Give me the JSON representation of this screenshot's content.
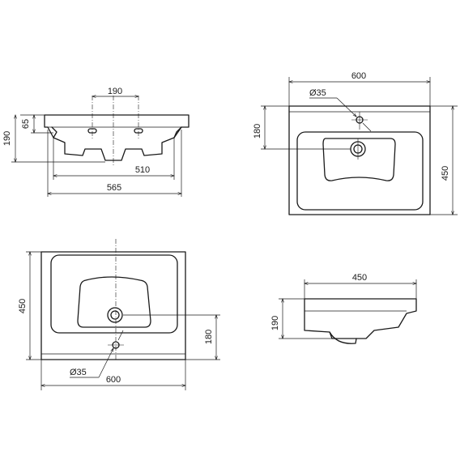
{
  "front_view": {
    "dim_hole_spacing": "190",
    "dim_rim_height": "65",
    "dim_total_height": "190",
    "dim_inner_width": "510",
    "dim_outer_width": "565"
  },
  "top_view_a": {
    "dim_width": "600",
    "dim_depth": "450",
    "dim_hole_offset": "180",
    "dim_hole_diameter": "Ø35"
  },
  "top_view_b": {
    "dim_width": "600",
    "dim_depth": "450",
    "dim_hole_offset": "180",
    "dim_hole_diameter": "Ø35"
  },
  "side_view": {
    "dim_depth": "450",
    "dim_height": "190"
  }
}
